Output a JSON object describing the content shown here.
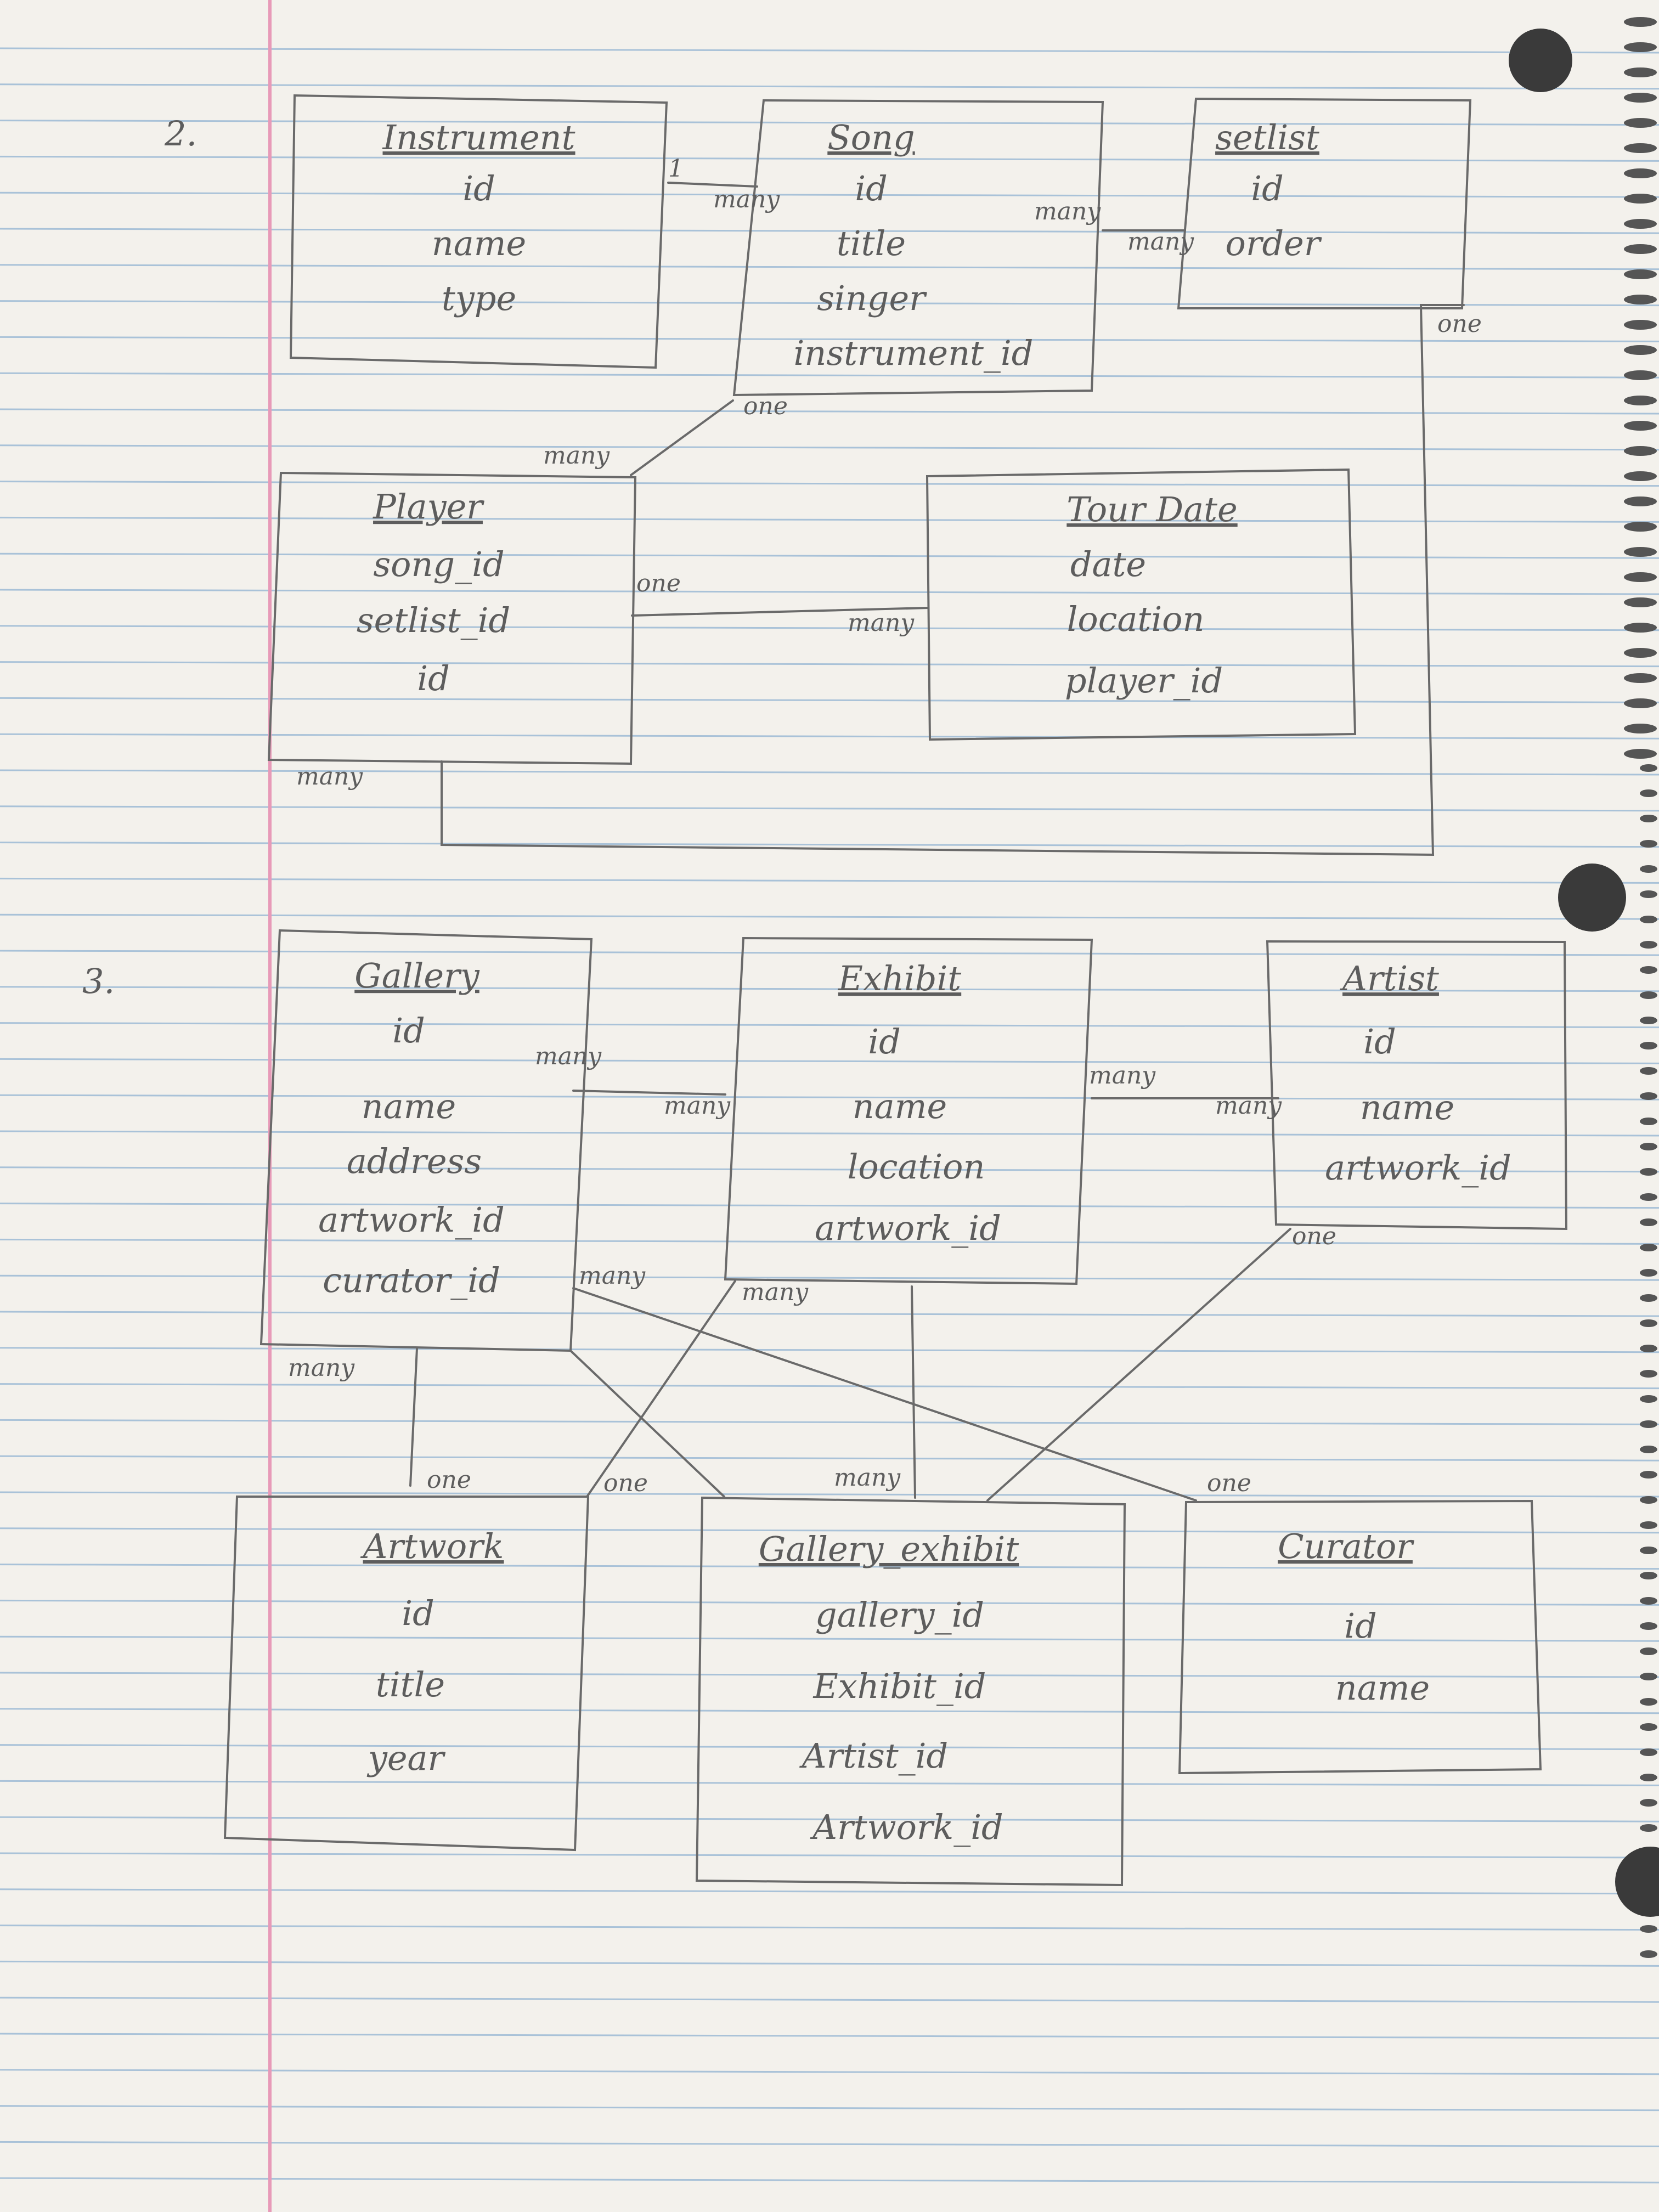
{
  "colors": {
    "paper": "#f3f1ec",
    "rule_line": "#a9c2d8",
    "margin_line": "#e79ab8",
    "pencil": "#6a6a6a",
    "spiral": "#555555"
  },
  "problem2": {
    "number": "2.",
    "entities": {
      "instrument": {
        "title": "Instrument",
        "fields": [
          "id",
          "name",
          "type"
        ]
      },
      "song": {
        "title": "Song",
        "fields": [
          "id",
          "title",
          "singer",
          "instrument_id"
        ]
      },
      "setlist": {
        "title": "setlist",
        "fields": [
          "id",
          "order"
        ]
      },
      "player": {
        "title": "Player",
        "fields": [
          "song_id",
          "setlist_id",
          "id"
        ]
      },
      "tour_date": {
        "title": "Tour Date",
        "fields": [
          "date",
          "location",
          "player_id"
        ]
      }
    },
    "labels": {
      "instrument_song_one": "1",
      "instrument_song_many": "many",
      "song_setlist_many_a": "many",
      "song_setlist_many_b": "many",
      "setlist_one": "one",
      "song_player_one": "one",
      "song_player_many": "many",
      "player_tour_one": "one",
      "player_tour_many": "many",
      "player_setlist_many": "many"
    }
  },
  "problem3": {
    "number": "3.",
    "entities": {
      "gallery": {
        "title": "Gallery",
        "fields": [
          "id",
          "name",
          "address",
          "artwork_id",
          "curator_id"
        ]
      },
      "exhibit": {
        "title": "Exhibit",
        "fields": [
          "id",
          "name",
          "location",
          "artwork_id"
        ]
      },
      "artist": {
        "title": "Artist",
        "fields": [
          "id",
          "name",
          "artwork_id"
        ]
      },
      "artwork": {
        "title": "Artwork",
        "fields": [
          "id",
          "title",
          "year"
        ]
      },
      "gallery_exhibit": {
        "title": "Gallery_exhibit",
        "fields": [
          "gallery_id",
          "Exhibit_id",
          "Artist_id",
          "Artwork_id"
        ]
      },
      "curator": {
        "title": "Curator",
        "fields": [
          "id",
          "name"
        ]
      }
    },
    "labels": {
      "gallery_exhibit_many_a": "many",
      "gallery_exhibit_many_b": "many",
      "exhibit_artist_many_a": "many",
      "exhibit_artist_many_b": "many",
      "gallery_curator_many": "many",
      "gallery_artwork_many": "many",
      "exhibit_artwork_many": "many",
      "artist_one": "one",
      "artwork_one": "one",
      "artwork_one_b": "one",
      "gallery_exhibit_many_c": "many",
      "curator_one": "one"
    }
  }
}
